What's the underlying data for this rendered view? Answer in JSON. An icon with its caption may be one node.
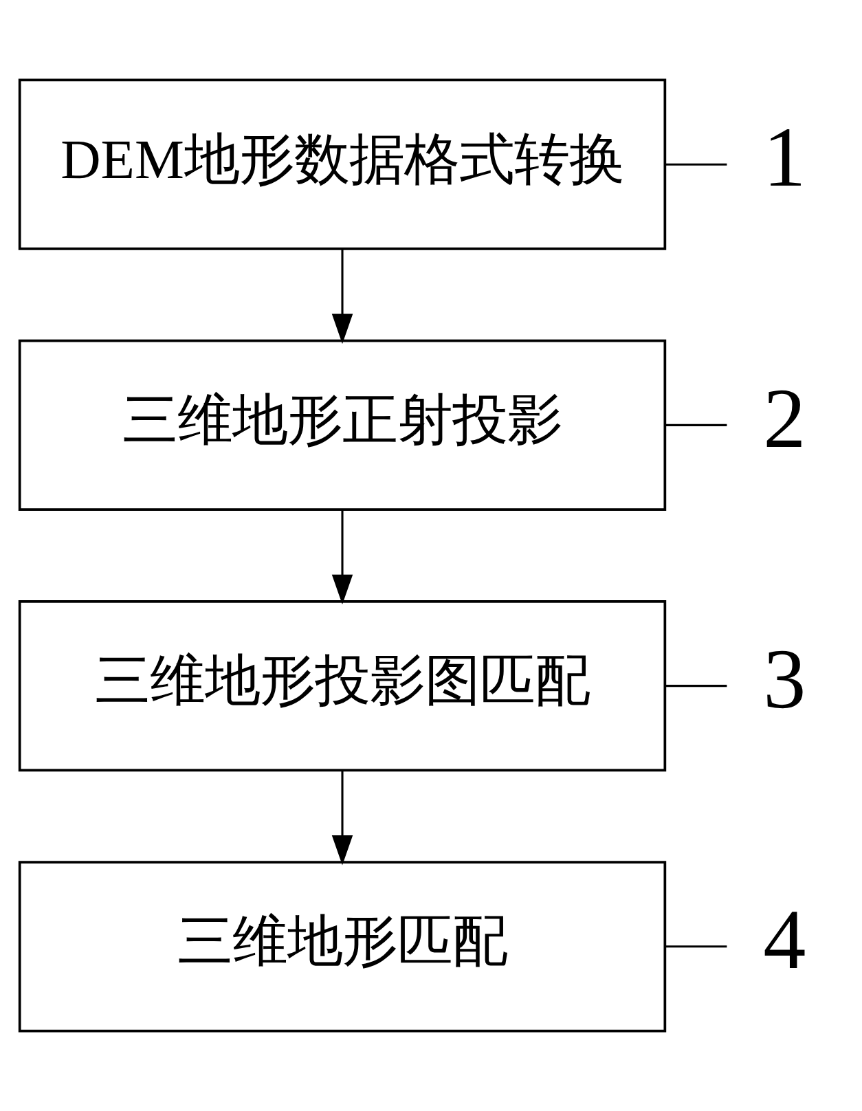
{
  "diagram": {
    "nodes": [
      {
        "text": [
          "DEM地形数据格式转换"
        ]
      },
      {
        "text": [
          "1"
        ]
      },
      {
        "text": [
          "三维地形正射投影"
        ]
      },
      {
        "text": [
          "2"
        ]
      },
      {
        "text": [
          "三维地形投影图匹配"
        ]
      },
      {
        "text": [
          "3"
        ]
      },
      {
        "text": [
          "三维地形匹配"
        ]
      },
      {
        "text": [
          "4"
        ]
      }
    ],
    "edges": [
      {
        "from": 0,
        "to": 2,
        "arrow": "to"
      },
      {
        "from": 2,
        "to": 4,
        "arrow": "to"
      },
      {
        "from": 4,
        "to": 6,
        "arrow": "to"
      },
      {
        "from": 1,
        "to": 0,
        "arrow": "none"
      },
      {
        "from": 3,
        "to": 2,
        "arrow": "none"
      },
      {
        "from": 5,
        "to": 4,
        "arrow": "none"
      },
      {
        "from": 7,
        "to": 6,
        "arrow": "none"
      }
    ]
  }
}
